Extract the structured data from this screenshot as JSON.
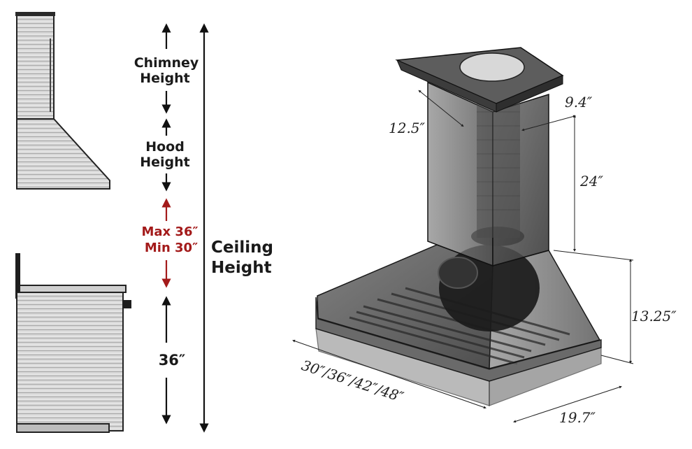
{
  "side_view": {
    "labels": {
      "chimney_line1": "Chimney",
      "chimney_line2": "Height",
      "hood_line1": "Hood",
      "hood_line2": "Height",
      "max": "Max 36″",
      "min": "Min 30″",
      "counter": "36″",
      "ceiling_line1": "Ceiling",
      "ceiling_line2": "Height"
    }
  },
  "hood_view": {
    "dimensions": {
      "chimney_width": "9.4″",
      "chimney_depth": "12.5″",
      "chimney_height": "24″",
      "hood_height": "13.25″",
      "hood_widths": "30″/36″/42″/48″",
      "hood_depth": "19.7″"
    }
  },
  "colors": {
    "label_dark": "#1a1a1a",
    "label_red": "#a31a1a",
    "steel_light": "#d9d9d9",
    "steel_dark": "#3a3a3a"
  }
}
